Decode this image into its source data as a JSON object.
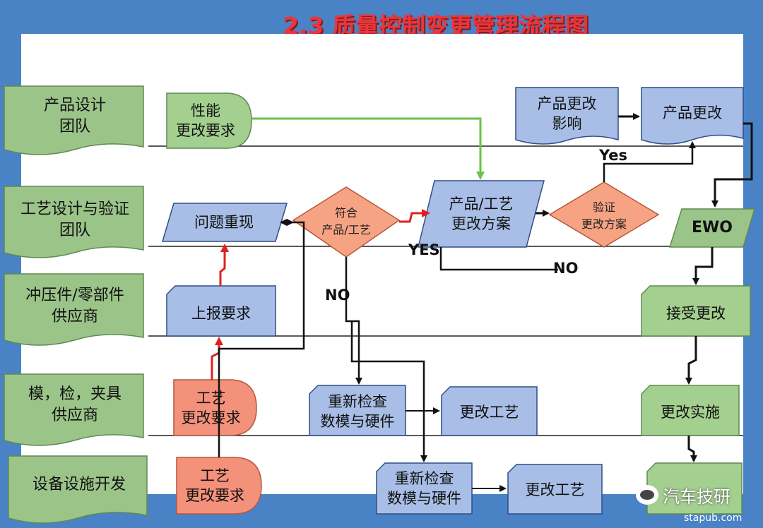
{
  "title": "2.3 质量控制变更管理流程图",
  "lanes": [
    {
      "name": "产品设计\n团队"
    },
    {
      "name": "工艺设计与验证\n团队"
    },
    {
      "name": "冲压件/零部件\n供应商"
    },
    {
      "name": "模，检，夹具\n供应商"
    },
    {
      "name": "设备设施开发"
    }
  ],
  "nodes": {
    "perf_request": "性能\n更改要求",
    "impact": "产品更改\n影响",
    "product_change": "产品更改",
    "problem_reproduce": "问题重现",
    "conform": "符合\n产品/工艺",
    "change_plan": "产品/工艺\n更改方案",
    "verify_plan": "验证\n更改方案",
    "ewo": "EWO",
    "report": "上报要求",
    "accept_change": "接受更改",
    "proc_request_1": "工艺\n更改要求",
    "recheck_1": "重新检查\n数模与硬件",
    "change_proc_1": "更改工艺",
    "implement": "更改实施",
    "proc_request_2": "工艺\n更改要求",
    "recheck_2": "重新检查\n数模与硬件",
    "change_proc_2": "更改工艺"
  },
  "labels": {
    "yes_top": "Yes",
    "yes_mid": "YES",
    "no_right": "NO",
    "no_down": "NO"
  },
  "watermark": "汽车技研",
  "site": "stapub.com",
  "colors": {
    "background": "#4a82c6",
    "lane_green": "#9bc489",
    "shape_green": "#a3cf8f",
    "shape_blue": "#a8bee6",
    "shape_orange": "#f4917a",
    "decision_orange": "#f6a384",
    "title_red": "#e8363a",
    "arrow_green": "#6cc24a",
    "arrow_red": "#e02020"
  }
}
